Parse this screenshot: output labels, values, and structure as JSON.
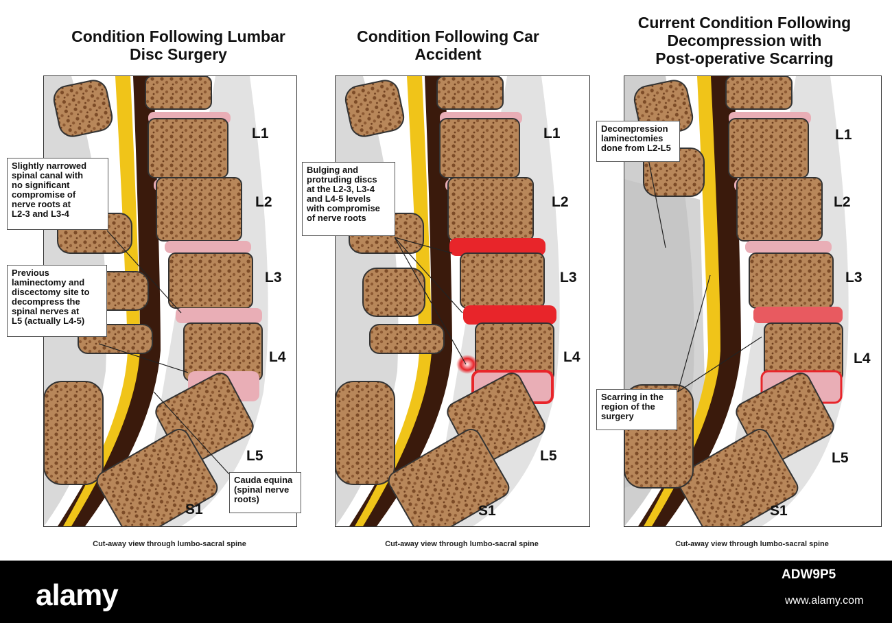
{
  "panels": [
    {
      "title": "Condition Following Lumbar\nDisc Surgery",
      "caption": "Cut-away view through lumbo-sacral spine",
      "levels": [
        "L1",
        "L2",
        "L3",
        "L4",
        "L5",
        "S1"
      ],
      "callouts": [
        {
          "text": "Slightly narrowed\nspinal canal with\nno significant\ncompromise of\nnerve roots at\nL2-3 and L3-4"
        },
        {
          "text": "Previous\nlaminectomy and\ndiscectomy site to\ndecompress the\nspinal nerves at\nL5 (actually L4-5)"
        },
        {
          "text": "Cauda equina\n(spinal nerve\nroots)"
        }
      ]
    },
    {
      "title": "Condition Following Car\nAccident",
      "caption": "Cut-away view through lumbo-sacral spine",
      "levels": [
        "L1",
        "L2",
        "L3",
        "L4",
        "L5",
        "S1"
      ],
      "callouts": [
        {
          "text": "Bulging and\nprotruding discs\nat the L2-3, L3-4\nand L4-5 levels\nwith compromise\nof nerve roots"
        }
      ]
    },
    {
      "title": "Current Condition Following\nDecompression with\nPost-operative Scarring",
      "caption": "Cut-away view through lumbo-sacral spine",
      "levels": [
        "L1",
        "L2",
        "L3",
        "L4",
        "L5",
        "S1"
      ],
      "callouts": [
        {
          "text": "Decompression\nlaminectomies\ndone from L2-L5"
        },
        {
          "text": "Scarring in the\nregion of the\nsurgery"
        }
      ]
    }
  ],
  "footer": {
    "brand": "alamy",
    "image_id": "ADW9P5",
    "site": "www.alamy.com"
  },
  "colors": {
    "bone": "#b8875a",
    "bone_dark": "#8a5a34",
    "disc": "#e9aeb6",
    "nerve": "#f0c419",
    "canal": "#3a1a0c",
    "inflamed": "#e8252a"
  }
}
